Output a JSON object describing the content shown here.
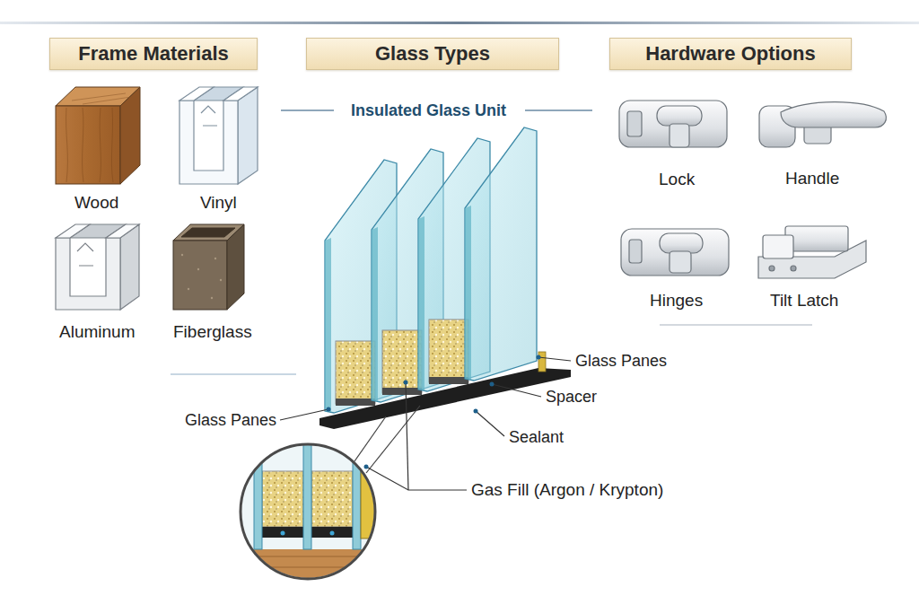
{
  "diagram": {
    "nodes": [
      {
        "text": [
          "Frame Materials"
        ]
      },
      {
        "text": [
          "Glass Types"
        ]
      },
      {
        "text": [
          "Hardware Options"
        ]
      }
    ],
    "labels": [
      "Insulated Glass Unit",
      "Wood",
      "Vinyl",
      "Aluminum",
      "Fiberglass",
      "Lock",
      "Handle",
      "Hinges",
      "Tilt Latch",
      "Glass Panes",
      "Spacer",
      "Sealant",
      "Glass Panes",
      "Gas Fill (Argon / Krypton)"
    ]
  }
}
